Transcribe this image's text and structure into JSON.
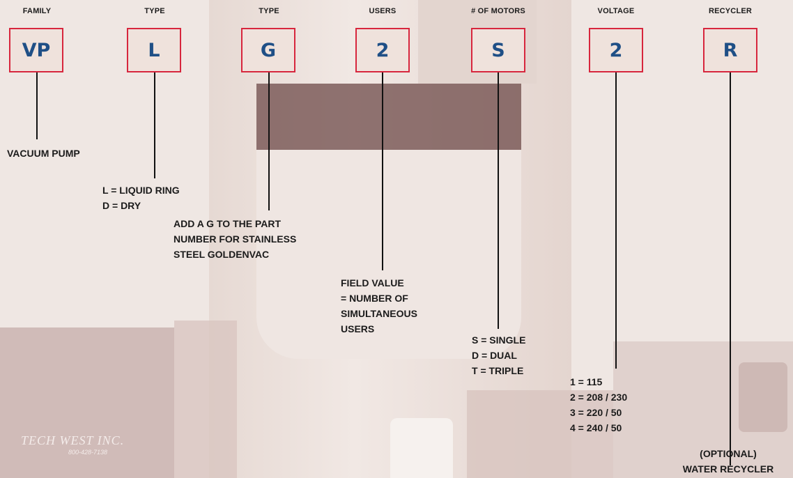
{
  "columns": [
    {
      "header": "FAMILY",
      "code": "VP"
    },
    {
      "header": "TYPE",
      "code": "L"
    },
    {
      "header": "TYPE",
      "code": "G"
    },
    {
      "header": "USERS",
      "code": "2"
    },
    {
      "header": "# OF MOTORS",
      "code": "S"
    },
    {
      "header": "VOLTAGE",
      "code": "2"
    },
    {
      "header": "RECYCLER",
      "code": "R"
    }
  ],
  "descriptions": {
    "family": [
      "VACUUM PUMP"
    ],
    "type_l": [
      "L = LIQUID RING",
      "D = DRY"
    ],
    "type_g": [
      "ADD A G TO THE PART",
      "NUMBER FOR STAINLESS",
      "STEEL GOLDENVAC"
    ],
    "users": [
      "FIELD VALUE",
      "= NUMBER OF",
      "SIMULTANEOUS",
      "USERS"
    ],
    "motors": [
      "S = SINGLE",
      "D = DUAL",
      "T = TRIPLE"
    ],
    "voltage": [
      "1 = 115",
      "2 = 208 / 230",
      "3 = 220 / 50",
      "4 = 240 / 50"
    ],
    "recycler": [
      "(OPTIONAL)",
      "WATER RECYCLER"
    ]
  },
  "photo_text": {
    "brand": "TECH WEST INC.",
    "phone": "800-428-7138"
  },
  "colors": {
    "box_border": "#d7263d",
    "code_text": "#1f4f86",
    "background": "#efe7e3"
  }
}
